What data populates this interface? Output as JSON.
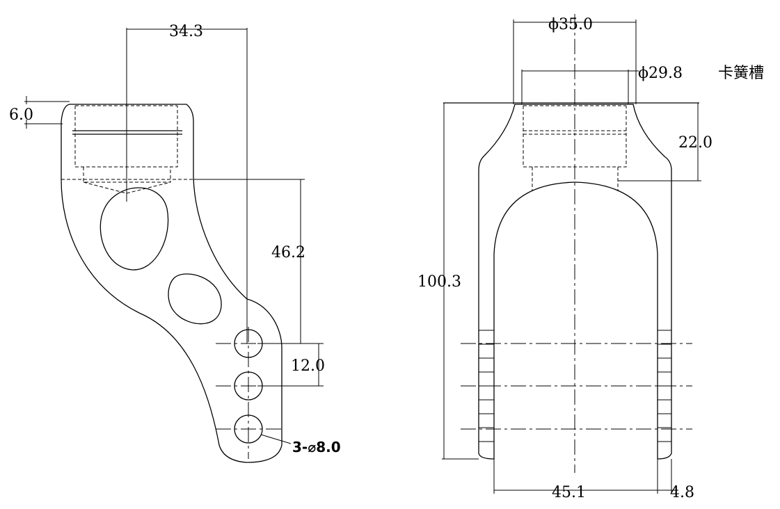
{
  "drawing": {
    "left_view": {
      "dim_width_top": "34.3",
      "dim_top_thickness": "6.0",
      "dim_height": "46.2",
      "dim_hole_pitch": "12.0",
      "dim_holes": "3-⌀8.0"
    },
    "right_view": {
      "dim_outer_diameter": "ϕ35.0",
      "dim_inner_diameter": "ϕ29.8",
      "groove_label": "卡簧槽",
      "dim_top_height": "22.0",
      "dim_total_height": "100.3",
      "dim_inner_width": "45.1",
      "dim_arm_thickness": "4.8"
    }
  }
}
